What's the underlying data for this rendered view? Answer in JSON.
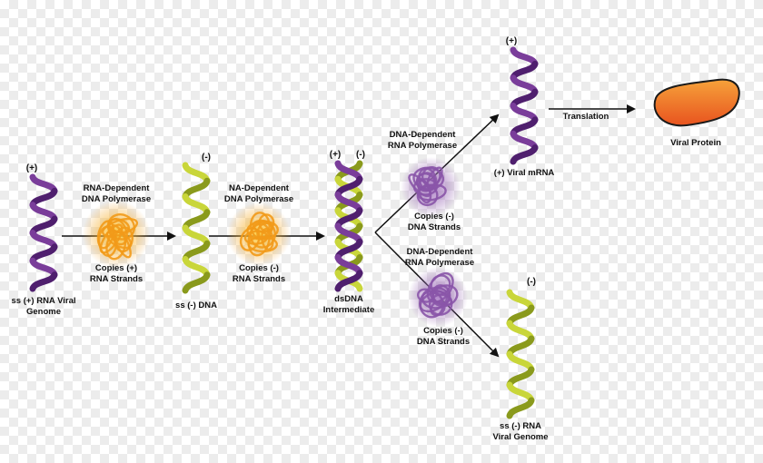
{
  "colors": {
    "purple_helix": "#7a3d9a",
    "purple_helix_dark": "#4f1f6e",
    "yellow_helix": "#c9d63a",
    "yellow_helix_dark": "#8a9a1c",
    "orange_enzyme": "#f29a1a",
    "purple_enzyme": "#8a55a8",
    "protein_fill": "#f06a2a",
    "arrow": "#111111"
  },
  "strands": {
    "ss_plus_rna": {
      "sign": "(+)",
      "label_line1": "ss (+) RNA Viral",
      "label_line2": "Genome"
    },
    "ss_minus_dna": {
      "sign": "(-)",
      "label_line1": "ss (-) DNA"
    },
    "dsdna": {
      "sign_plus": "(+)",
      "sign_minus": "(-)",
      "label_line1": "dsDNA",
      "label_line2": "Intermediate"
    },
    "viral_mrna": {
      "sign": "(+)",
      "label_line1": "(+) Viral mRNA"
    },
    "ss_minus_rna": {
      "sign": "(-)",
      "label_line1": "ss (-) RNA",
      "label_line2": "Viral Genome"
    }
  },
  "enzymes": {
    "rdrp": {
      "top_line1": "RNA-Dependent",
      "top_line2": "DNA Polymerase",
      "bottom_line1": "Copies (+)",
      "bottom_line2": "RNA Strands"
    },
    "ddp": {
      "top_line1": "NA-Dependent",
      "top_line2": "DNA Polymerase",
      "bottom_line1": "Copies (-)",
      "bottom_line2": "RNA Strands"
    },
    "ddrp_upper": {
      "top_line1": "DNA-Dependent",
      "top_line2": "RNA Polymerase",
      "bottom_line1": "Copies (-)",
      "bottom_line2": "DNA Strands"
    },
    "ddrp_lower": {
      "top_line1": "DNA-Dependent",
      "top_line2": "RNA Polymerase",
      "bottom_line1": "Copies (-)",
      "bottom_line2": "DNA Strands"
    }
  },
  "translation": {
    "label": "Translation"
  },
  "protein": {
    "label": "Viral Protein"
  }
}
